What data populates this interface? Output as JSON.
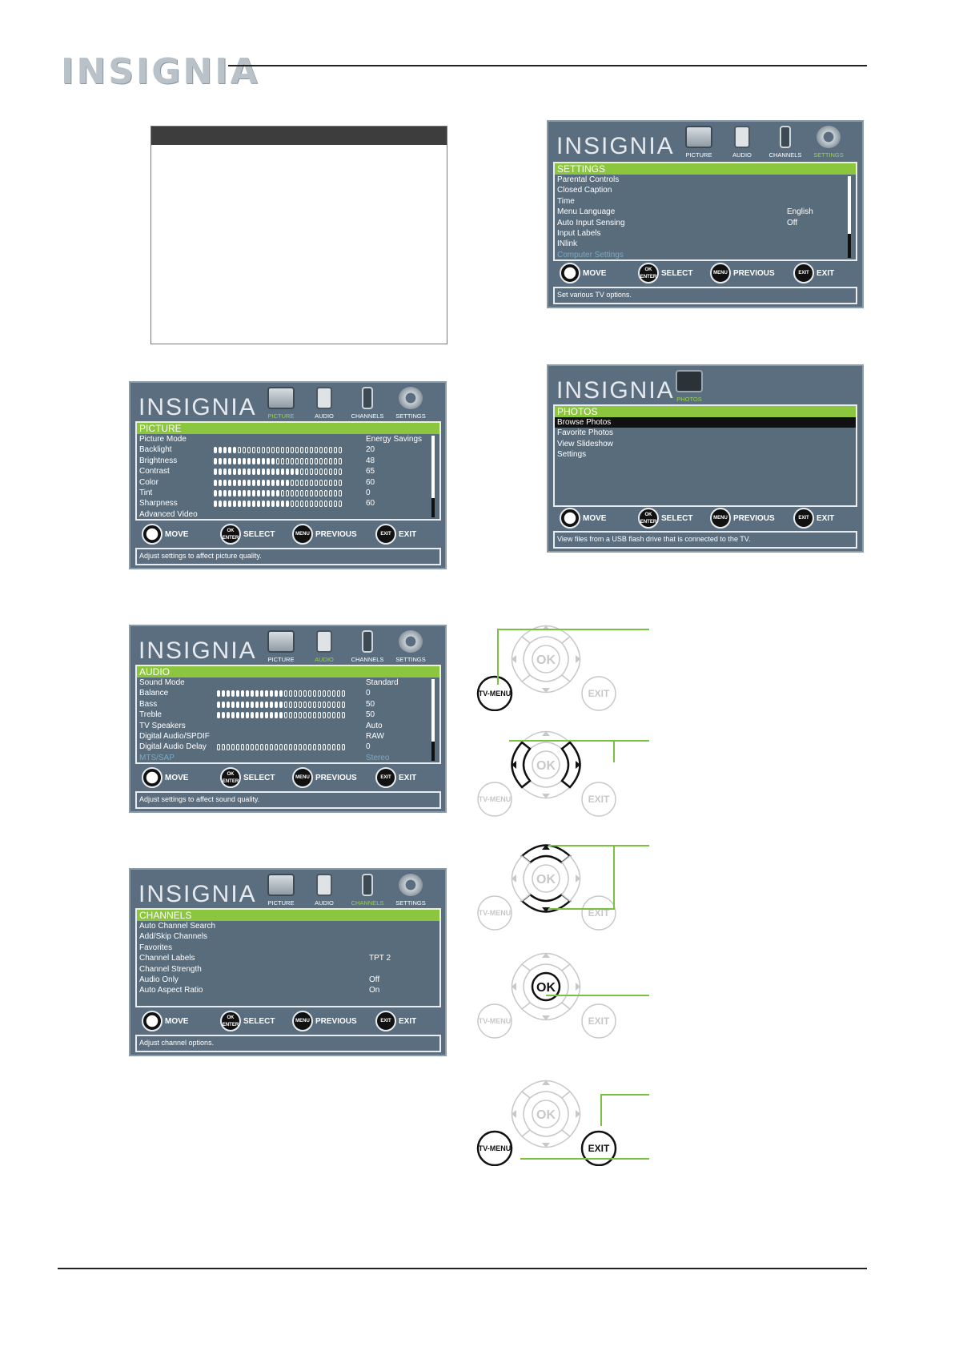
{
  "header": {
    "brand": "INSIGNIA"
  },
  "menus": {
    "settings": {
      "brand": "INSIGNIA",
      "tabs": [
        "PICTURE",
        "AUDIO",
        "CHANNELS",
        "SETTINGS"
      ],
      "title": "SETTINGS",
      "rows": [
        {
          "label": "Parental Controls",
          "value": ""
        },
        {
          "label": "Closed Caption",
          "value": ""
        },
        {
          "label": "Time",
          "value": ""
        },
        {
          "label": "Menu Language",
          "value": "English"
        },
        {
          "label": "Auto Input Sensing",
          "value": "Off"
        },
        {
          "label": "Input Labels",
          "value": ""
        },
        {
          "label": "INlink",
          "value": ""
        },
        {
          "label": "Computer Settings",
          "value": ""
        }
      ],
      "status": "Set various TV options."
    },
    "photos": {
      "brand": "INSIGNIA",
      "tab": "PHOTOS",
      "title": "PHOTOS",
      "rows": [
        "Browse Photos",
        "Favorite Photos",
        "View Slideshow",
        "Settings"
      ],
      "status": "View files from a USB flash drive that is connected to the TV."
    },
    "picture": {
      "brand": "INSIGNIA",
      "tabs": [
        "PICTURE",
        "AUDIO",
        "CHANNELS",
        "SETTINGS"
      ],
      "title": "PICTURE",
      "rows": [
        {
          "label": "Picture Mode",
          "value": "Energy Savings",
          "level": null
        },
        {
          "label": "Backlight",
          "value": "20",
          "level": 20
        },
        {
          "label": "Brightness",
          "value": "48",
          "level": 48
        },
        {
          "label": "Contrast",
          "value": "65",
          "level": 65
        },
        {
          "label": "Color",
          "value": "60",
          "level": 60
        },
        {
          "label": "Tint",
          "value": "0",
          "level": 50
        },
        {
          "label": "Sharpness",
          "value": "60",
          "level": 60
        },
        {
          "label": "Advanced Video",
          "value": "",
          "level": null
        }
      ],
      "status": "Adjust settings to affect picture quality."
    },
    "audio": {
      "brand": "INSIGNIA",
      "tabs": [
        "PICTURE",
        "AUDIO",
        "CHANNELS",
        "SETTINGS"
      ],
      "title": "AUDIO",
      "rows": [
        {
          "label": "Sound Mode",
          "value": "Standard",
          "level": null
        },
        {
          "label": "Balance",
          "value": "0",
          "level": 50
        },
        {
          "label": "Bass",
          "value": "50",
          "level": 50
        },
        {
          "label": "Treble",
          "value": "50",
          "level": 50
        },
        {
          "label": "TV Speakers",
          "value": "Auto",
          "level": null
        },
        {
          "label": "Digital Audio/SPDIF",
          "value": "RAW",
          "level": null
        },
        {
          "label": "Digital Audio Delay",
          "value": "0",
          "level": 0
        },
        {
          "label": "MTS/SAP",
          "value": "Stereo",
          "level": null
        }
      ],
      "status": "Adjust settings to affect sound quality."
    },
    "channels": {
      "brand": "INSIGNIA",
      "tabs": [
        "PICTURE",
        "AUDIO",
        "CHANNELS",
        "SETTINGS"
      ],
      "title": "CHANNELS",
      "rows": [
        {
          "label": "Auto Channel Search",
          "value": ""
        },
        {
          "label": "Add/Skip Channels",
          "value": ""
        },
        {
          "label": "Favorites",
          "value": ""
        },
        {
          "label": "Channel Labels",
          "value": "TPT 2"
        },
        {
          "label": "Channel Strength",
          "value": ""
        },
        {
          "label": "Audio Only",
          "value": "Off"
        },
        {
          "label": "Auto Aspect Ratio",
          "value": "On"
        }
      ],
      "status": "Adjust channel options."
    }
  },
  "controls": {
    "move": "MOVE",
    "select": "SELECT",
    "previous": "PREVIOUS",
    "exit": "EXIT",
    "ok_key": "OK",
    "enter_key": "ENTER",
    "menu_key": "MENU",
    "exit_key": "EXIT"
  },
  "remote": {
    "ok": "OK",
    "menu": "TV-MENU",
    "exit": "EXIT"
  },
  "colors": {
    "menu_bg": "#5a6e7f",
    "title_bar": "#8cc63f",
    "callout": "#7ac043"
  }
}
